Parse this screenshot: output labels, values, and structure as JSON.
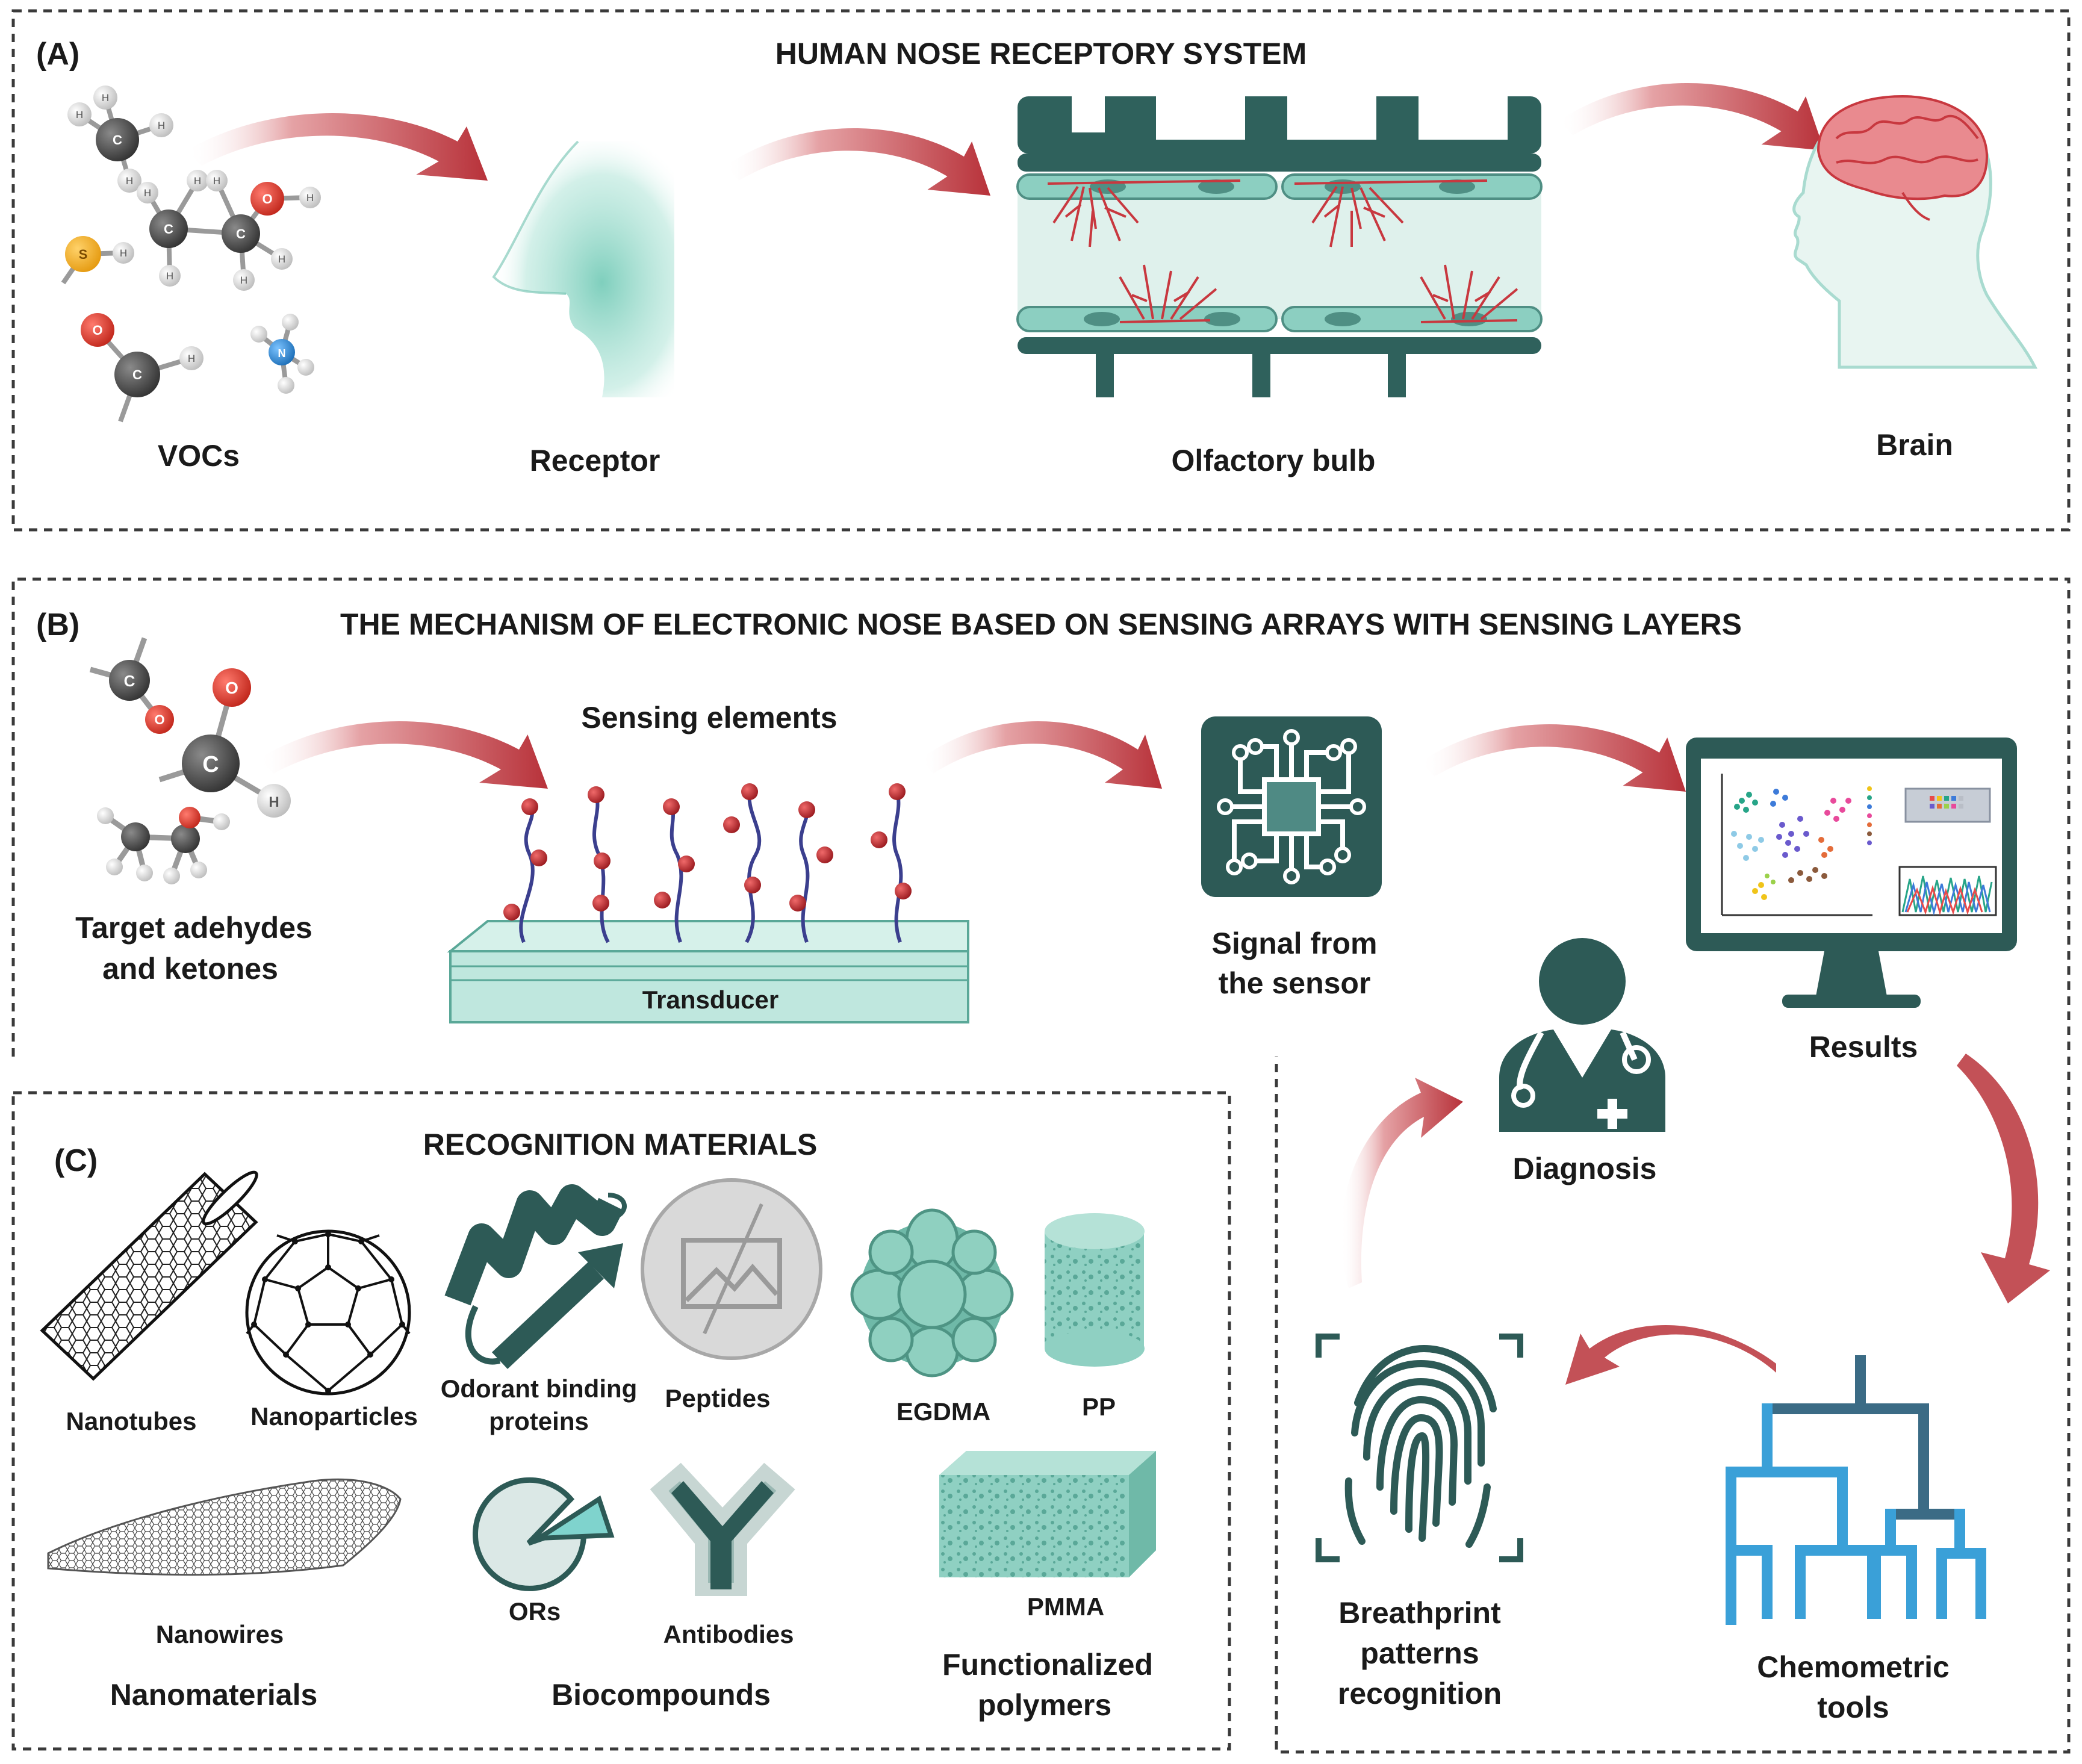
{
  "panels": {
    "a": {
      "tag": "(A)",
      "title": "HUMAN NOSE RECEPTORY SYSTEM",
      "labels": {
        "vocs": "VOCs",
        "receptor": "Receptor",
        "olfactory": "Olfactory bulb",
        "brain": "Brain"
      }
    },
    "b": {
      "tag": "(B)",
      "title": "THE MECHANISM OF ELECTRONIC NOSE BASED ON SENSING ARRAYS WITH SENSING LAYERS",
      "labels": {
        "target_1": "Target adehydes",
        "target_2": "and ketones",
        "sensing": "Sensing elements",
        "transducer": "Transducer",
        "signal_1": "Signal from",
        "signal_2": "the sensor",
        "results": "Results",
        "diagnosis": "Diagnosis",
        "breath_1": "Breathprint",
        "breath_2": "patterns",
        "breath_3": "recognition",
        "chemo_1": "Chemometric",
        "chemo_2": "tools"
      }
    },
    "c": {
      "tag": "(C)",
      "title": "RECOGNITION MATERIALS",
      "labels": {
        "nanotubes": "Nanotubes",
        "nanoparticles": "Nanoparticles",
        "obp_1": "Odorant binding",
        "obp_2": "proteins",
        "peptides": "Peptides",
        "egdma": "EGDMA",
        "pp": "PP",
        "nanowires": "Nanowires",
        "ors": "ORs",
        "antibodies": "Antibodies",
        "pmma": "PMMA",
        "nanomaterials": "Nanomaterials",
        "biocompounds": "Biocompounds",
        "polymers_1": "Functionalized",
        "polymers_2": "polymers"
      }
    }
  },
  "atoms": {
    "h": "H",
    "c": "C",
    "o": "O",
    "s": "S",
    "n": "N"
  },
  "colors": {
    "teal_dark": "#2d5a56",
    "teal_light": "#8fd6c8",
    "arrow_red": "#b8323a",
    "neuron": "#c8383f",
    "dendro_blue": "#3aa0d8"
  }
}
